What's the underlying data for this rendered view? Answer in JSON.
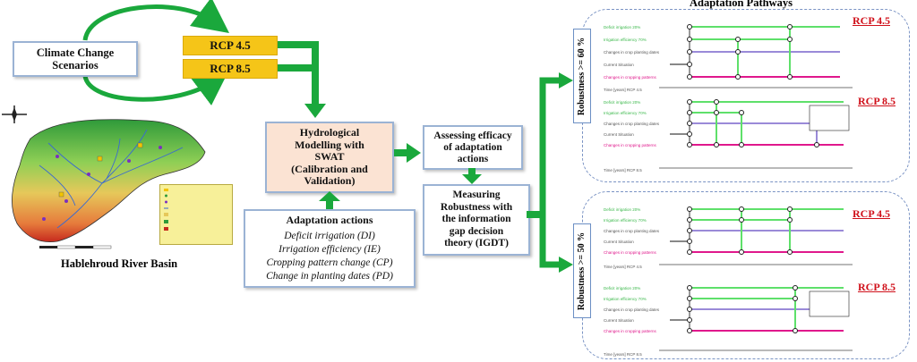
{
  "title": "Adaptation Pathways",
  "climate_box": "Climate Change Scenarios",
  "rcp_boxes": [
    "RCP 4.5",
    "RCP 8.5"
  ],
  "swat_box": [
    "Hydrological",
    "Modelling with",
    "SWAT",
    "(Calibration and",
    "Validation)"
  ],
  "assess_box": [
    "Assessing efficacy",
    "of adaptation",
    "actions"
  ],
  "measure_box": [
    "Measuring",
    "Robustness with",
    "the information",
    "gap decision",
    "theory (IGDT)"
  ],
  "adaptation": {
    "title": "Adaptation actions",
    "items": [
      "Deficit irrigation (DI)",
      "Irrigation efficiency (IE)",
      "Cropping pattern change (CP)",
      "Change in planting dates (PD)"
    ]
  },
  "basin_caption": "Hablehroud River Basin",
  "robustness_labels": [
    "Robustness >= 60 %",
    "Robustness >= 50 %"
  ],
  "rcp_labels": [
    "RCP 4.5",
    "RCP 8.5",
    "RCP 4.5",
    "RCP 8.5"
  ],
  "colors": {
    "arrow_green": "#1aa83c",
    "rcp_yellow": "#f5c518",
    "rcp_red": "#d0101a",
    "swat_fill": "#fbe3d3",
    "line_green": "#5ee06a",
    "line_purple": "#9a8ad8",
    "line_magenta": "#e0188c",
    "line_gray": "#888888"
  },
  "icons": [
    "compass-rose-icon",
    "circular-arrow-icon"
  ]
}
